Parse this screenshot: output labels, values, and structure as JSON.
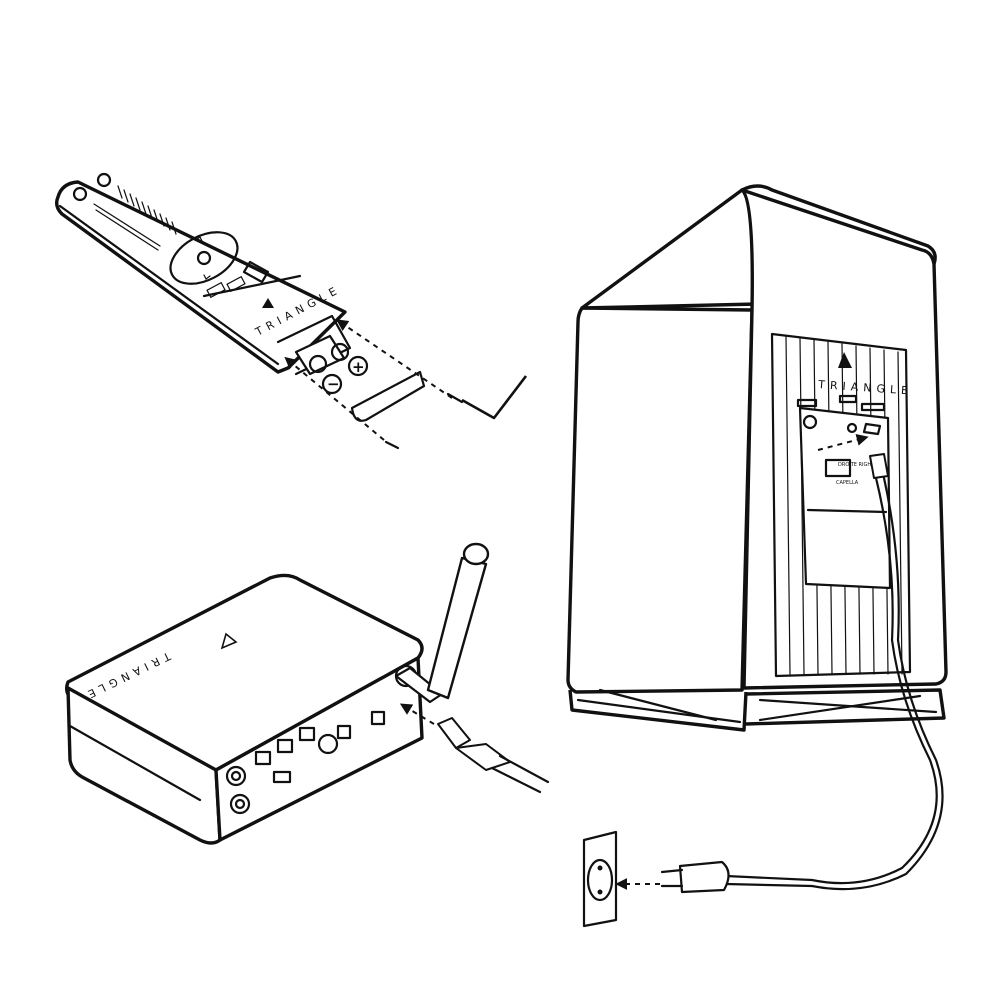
{
  "brand": {
    "remote": "TRIANGLE",
    "streamer": "TRIANGLE",
    "speaker": "TRIANGLE"
  },
  "battery": {
    "positive_symbol": "+",
    "negative_symbol": "−"
  },
  "speaker_panel": {
    "label_right": "DROITE RIGHT",
    "label_model": "CAPELLA"
  },
  "icons": [
    "remote-control",
    "battery",
    "hex-key",
    "streamer-box",
    "antenna",
    "audio-cable",
    "speaker",
    "power-cord",
    "wall-socket",
    "arrow"
  ]
}
